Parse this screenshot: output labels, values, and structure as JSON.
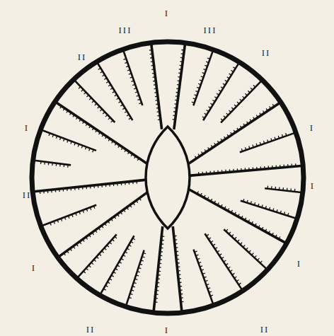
{
  "diagram": {
    "labels": [
      "I",
      "III",
      "III",
      "II",
      "II",
      "I",
      "I",
      "II",
      "I",
      "I",
      "I",
      "II",
      "II",
      "I"
    ]
  }
}
